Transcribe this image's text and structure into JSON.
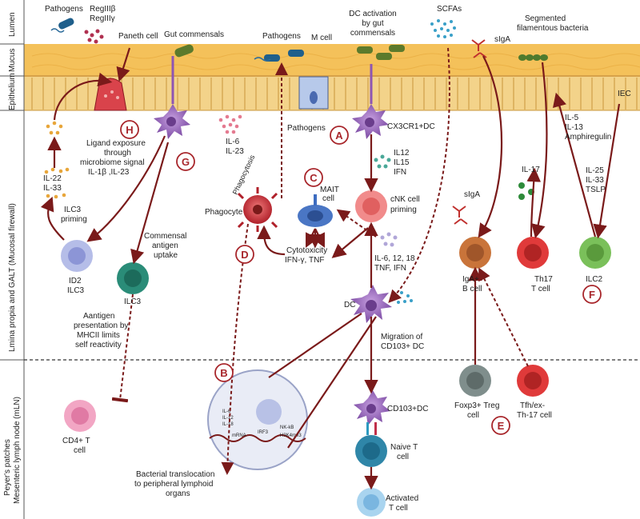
{
  "layers": {
    "lumen": "Lumen",
    "mucus": "Mucus",
    "epithelium": "Epithelium",
    "lamina": "Lmina propia and GALT (Mucosal firewall)",
    "peyers_1": "Peyer's patches",
    "peyers_2": "Mesenteric lymph node (mLN)"
  },
  "lumen_labels": {
    "pathogens_left": "Pathogens",
    "reg_1": "RegIIIβ",
    "reg_2": "RegIIIγ",
    "paneth": "Paneth cell",
    "commensals": "Gut commensals",
    "pathogens_mid": "Pathogens",
    "m_cell": "M cell",
    "dc_act_1": "DC activation",
    "dc_act_2": "by gut",
    "dc_act_3": "commensals",
    "scfas": "SCFAs",
    "siga_top": "sIgA",
    "sfb_1": "Segmented",
    "sfb_2": "filamentous bacteria",
    "iec": "IEC",
    "pathogens_epi": "Pathogens"
  },
  "panel_letters": {
    "a": "A",
    "b": "B",
    "c": "C",
    "d": "D",
    "e": "E",
    "f": "F",
    "g": "G",
    "h": "H"
  },
  "labels": {
    "cx3cr1": "CX3CR1+DC",
    "il12": "IL12",
    "il15": "IL15",
    "ifn": "IFN",
    "cnk_1": "cNK cell",
    "cnk_2": "priming",
    "mait_1": "MAIT",
    "mait_2": "cell",
    "il6_top": "IL-6",
    "il23_top": "IL-23",
    "phagocytosis": "Phagocytosis",
    "phagocyte": "Phagocyte",
    "cyto_1": "Cytotoxicity",
    "cyto_2": "IFN-γ, TNF",
    "cyt_list_1": "IL-6, 12, 18",
    "cyt_list_2": "TNF, IFN",
    "lig_1": "Ligand exposure",
    "lig_2": "through",
    "lig_3": "microbiome signal",
    "lig_4": "IL-1β ,IL-23",
    "il22": "IL-22",
    "il33": "IL-33",
    "ilc3_priming_1": "ILC3",
    "ilc3_priming_2": "priming",
    "id2_1": "ID2",
    "id2_2": "ILC3",
    "commensal_1": "Commensal",
    "commensal_2": "antigen",
    "commensal_3": "uptake",
    "ilc3": "ILC3",
    "antigen_1": "Aantigen",
    "antigen_2": "presentation by",
    "antigen_3": "MHCII limits",
    "antigen_4": "self reactivity",
    "dc": "DC",
    "migration_1": "Migration of",
    "migration_2": "CD103+ DC",
    "siga_mid": "sIgA",
    "iga_1": "IgA+",
    "iga_2": "B cell",
    "il17": "IL-17",
    "th17_1": "Th17",
    "th17_2": "T cell",
    "iec_cyt_1": "IL-5",
    "iec_cyt_2": "IL-13",
    "iec_cyt_3": "Amphiregulin",
    "ilc_cyt_1": "IL-25",
    "ilc_cyt_2": "IL-33",
    "ilc_cyt_3": "TSLP",
    "ilc2": "ILC2",
    "cd4_1": "CD4+ T",
    "cd4_2": "cell",
    "bact_1": "Bacterial translocation",
    "bact_2": "to peripheral lymphoid",
    "bact_3": "organs",
    "cd103": "CD103+DC",
    "naive_1": "Naive T",
    "naive_2": "cell",
    "activated_1": "Activated",
    "activated_2": "T cell",
    "foxp3_1": "Foxp3+ Treg",
    "foxp3_2": "cell",
    "tfh_1": "Tfh/ex-",
    "tfh_2": "Th-17 cell",
    "nuc_il6": "IL-6",
    "nuc_il12": "IL-12",
    "nuc_il18": "IL-18",
    "nuc_irf3": "IRF3",
    "nuc_nfkb": "NK-kB",
    "nuc_h3k": "H3K4me3",
    "nuc_mrna": "mRNA"
  },
  "colors": {
    "mucus": "#f4c15a",
    "epithelium": "#f3d38a",
    "arrow": "#7a1a1a",
    "letter_ring": "#a8262b",
    "dc_purple": "#8e55b3",
    "phagocyte_red": "#c8323a",
    "ilc3_green": "#2a8c78",
    "iga_orange": "#c9743a",
    "th17_red": "#e03a3a",
    "ilc2_green": "#7ac05a"
  }
}
